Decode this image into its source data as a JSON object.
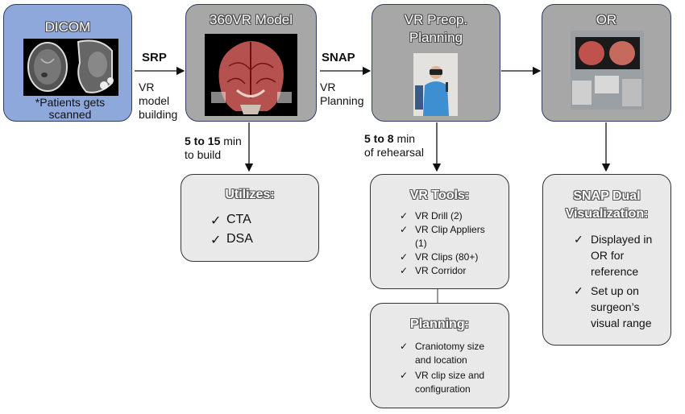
{
  "stages": {
    "dicom": {
      "title": "DICOM",
      "caption": "*Patients gets scanned"
    },
    "model": {
      "title": "360VR Model"
    },
    "preop": {
      "title_line1": "VR Preop.",
      "title_line2": "Planning"
    },
    "or": {
      "title": "OR"
    }
  },
  "arrows": {
    "srp": {
      "label": "SRP",
      "sub1": "VR",
      "sub2": "model",
      "sub3": "building"
    },
    "snap": {
      "label": "SNAP",
      "sub1": "VR",
      "sub2": "Planning"
    }
  },
  "notes": {
    "build": {
      "bold": "5 to 15",
      "rest": " min",
      "line2": "to build"
    },
    "rehearsal": {
      "bold": "5 to 8",
      "rest": " min",
      "line2": "of rehearsal"
    }
  },
  "panels": {
    "utilizes": {
      "title": "Utilizes:",
      "items": [
        "CTA",
        "DSA"
      ]
    },
    "vr_tools": {
      "title": "VR Tools:",
      "items": [
        {
          "l1": "VR Drill (2)"
        },
        {
          "l1": "VR Clip Appliers",
          "l2": "(1)"
        },
        {
          "l1": "VR Clips (80+)"
        },
        {
          "l1": "VR Corridor"
        }
      ]
    },
    "planning": {
      "title": "Planning:",
      "items": [
        {
          "l1": "Craniotomy size",
          "l2": "and location"
        },
        {
          "l1": "VR clip size and",
          "l2": "configuration"
        }
      ]
    },
    "snap_dual": {
      "title_line1": "SNAP Dual",
      "title_line2": "Visualization:",
      "items": [
        {
          "l1": "Displayed in",
          "l2": "OR for",
          "l3": "reference"
        },
        {
          "l1": "Set up on",
          "l2": "surgeon’s",
          "l3": "visual range"
        }
      ]
    }
  },
  "check_glyph": "✓",
  "colors": {
    "dicom_bg": "#8fa8dc",
    "stage_bg": "#a7a7a7",
    "panel_bg": "#e9e9e9",
    "border": "#2f3f5f"
  },
  "images": {
    "dicom": "ct-scan-image",
    "model": "skull-vessel-render",
    "preop": "surgeon-vr-headset-photo",
    "or": "operating-room-photo"
  }
}
